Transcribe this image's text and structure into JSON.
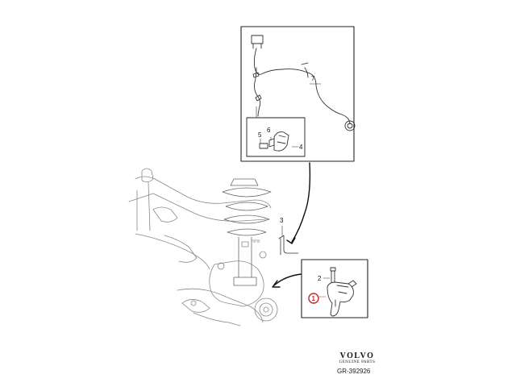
{
  "callouts": {
    "c1": "1",
    "c2": "2",
    "c3": "3",
    "c4": "4",
    "c5": "5",
    "c6": "6",
    "c7": "7"
  },
  "highlight_color": "#c62828",
  "brand": {
    "name": "VOLVO",
    "sub": "GENUINE PARTS"
  },
  "reference": "GR-392926"
}
